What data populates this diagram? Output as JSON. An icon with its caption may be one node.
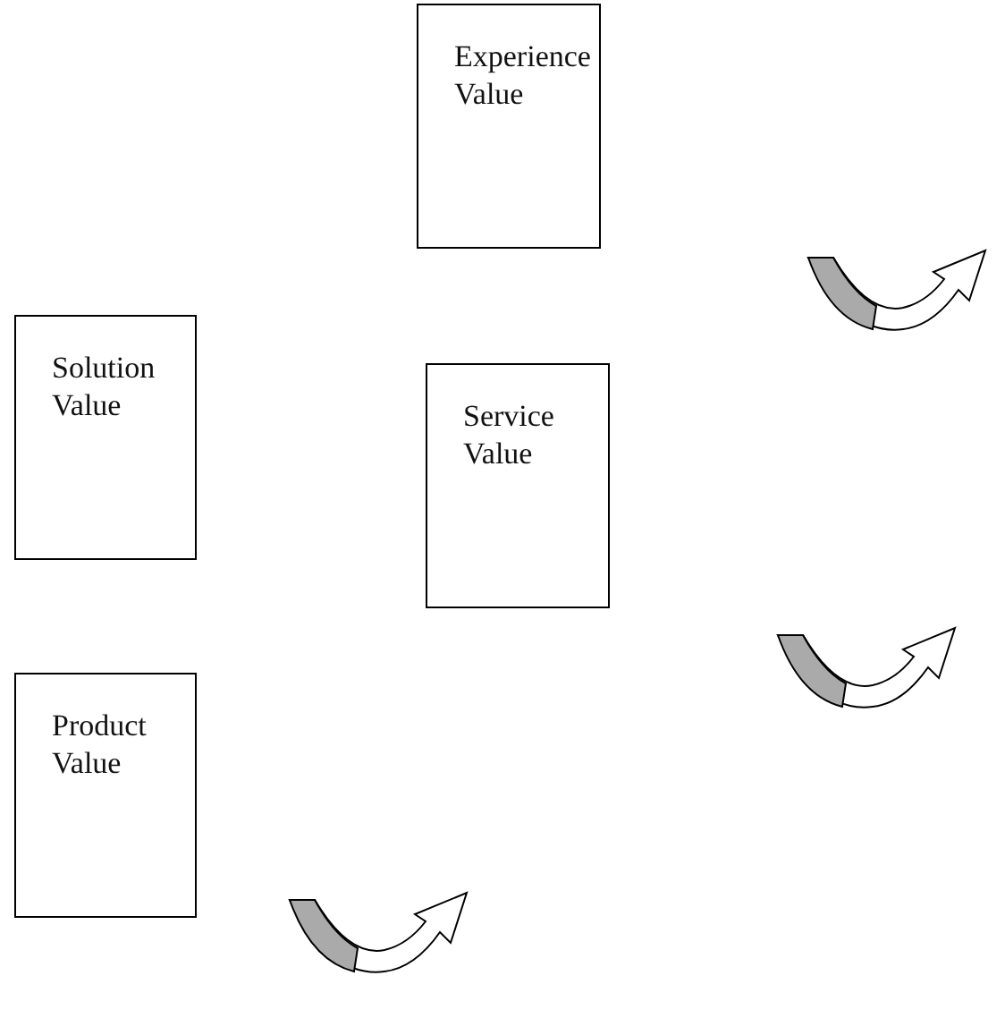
{
  "diagram": {
    "nodes": [
      {
        "text": [
          "Experience Value"
        ]
      },
      {
        "text": [
          "Solution Value"
        ]
      },
      {
        "text": [
          "Service Value"
        ]
      },
      {
        "text": [
          "Product Value"
        ]
      }
    ]
  }
}
